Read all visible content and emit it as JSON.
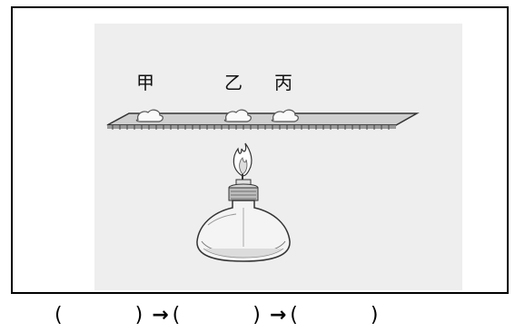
{
  "labels": {
    "a": "甲",
    "b": "乙",
    "c": "丙"
  },
  "answer": {
    "open": "(",
    "close": ")",
    "arrow": "→"
  }
}
